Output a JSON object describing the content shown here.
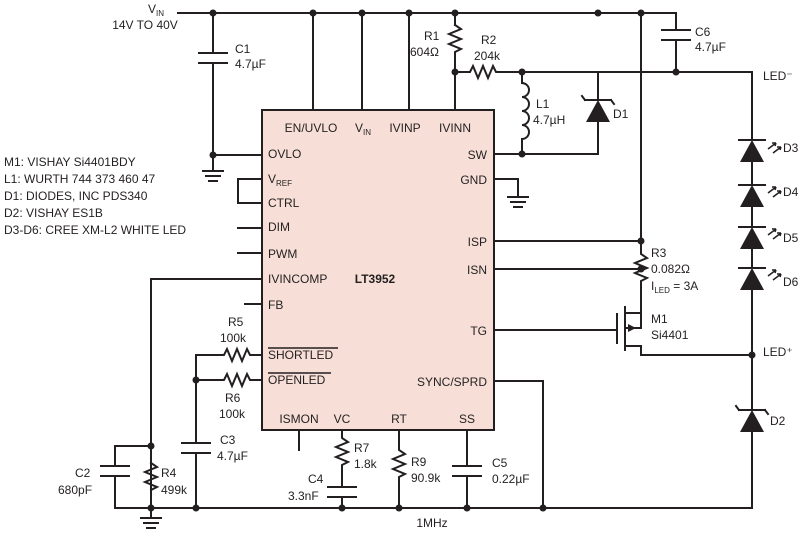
{
  "power": {
    "vin_main": "V",
    "vin_sub": "IN",
    "vin_range": "14V TO 40V"
  },
  "ic": {
    "part": "LT3952",
    "pins": {
      "en_uvlo": "EN/UVLO",
      "vin_main": "V",
      "vin_sub": "IN",
      "ivinp": "IVINP",
      "ivinn": "IVINN",
      "ovlo": "OVLO",
      "vref_main": "V",
      "vref_sub": "REF",
      "ctrl": "CTRL",
      "dim": "DIM",
      "pwm": "PWM",
      "ivincomp": "IVINCOMP",
      "fb": "FB",
      "shortled": "SHORTLED",
      "openled": "OPENLED",
      "sw": "SW",
      "gnd": "GND",
      "isp": "ISP",
      "isn": "ISN",
      "tg": "TG",
      "sync_sprd": "SYNC/SPRD",
      "ismon": "ISMON",
      "vc": "VC",
      "rt": "RT",
      "ss": "SS"
    }
  },
  "parts": {
    "c1": {
      "ref": "C1",
      "value": "4.7µF"
    },
    "r1": {
      "ref": "R1",
      "value": "604Ω"
    },
    "r2": {
      "ref": "R2",
      "value": "204k"
    },
    "c6": {
      "ref": "C6",
      "value": "4.7µF"
    },
    "l1": {
      "ref": "L1",
      "value": "4.7µH"
    },
    "d1": {
      "ref": "D1"
    },
    "d2": {
      "ref": "D2"
    },
    "d3": {
      "ref": "D3"
    },
    "d4": {
      "ref": "D4"
    },
    "d5": {
      "ref": "D5"
    },
    "d6": {
      "ref": "D6"
    },
    "r3": {
      "ref": "R3",
      "value": "0.082Ω",
      "current_main": "I",
      "current_sub": "LED",
      "current_value": " = 3A"
    },
    "m1": {
      "ref": "M1",
      "value": "Si4401"
    },
    "r5": {
      "ref": "R5",
      "value": "100k"
    },
    "r6": {
      "ref": "R6",
      "value": "100k"
    },
    "c3": {
      "ref": "C3",
      "value": "4.7µF"
    },
    "c2": {
      "ref": "C2",
      "value": "680pF"
    },
    "r4": {
      "ref": "R4",
      "value": "499k"
    },
    "r7": {
      "ref": "R7",
      "value": "1.8k"
    },
    "c4": {
      "ref": "C4",
      "value": "3.3nF"
    },
    "r9": {
      "ref": "R9",
      "value": "90.9k"
    },
    "c5": {
      "ref": "C5",
      "value": "0.22µF"
    }
  },
  "nodes": {
    "led_minus": "LED⁻",
    "led_plus": "LED⁺",
    "freq": "1MHz"
  },
  "bom": [
    "M1: VISHAY Si4401BDY",
    "L1: WURTH 744 373 460 47",
    "D1: DIODES, INC PDS340",
    "D2: VISHAY ES1B",
    "D3-D6: CREE XM-L2 WHITE LED"
  ]
}
